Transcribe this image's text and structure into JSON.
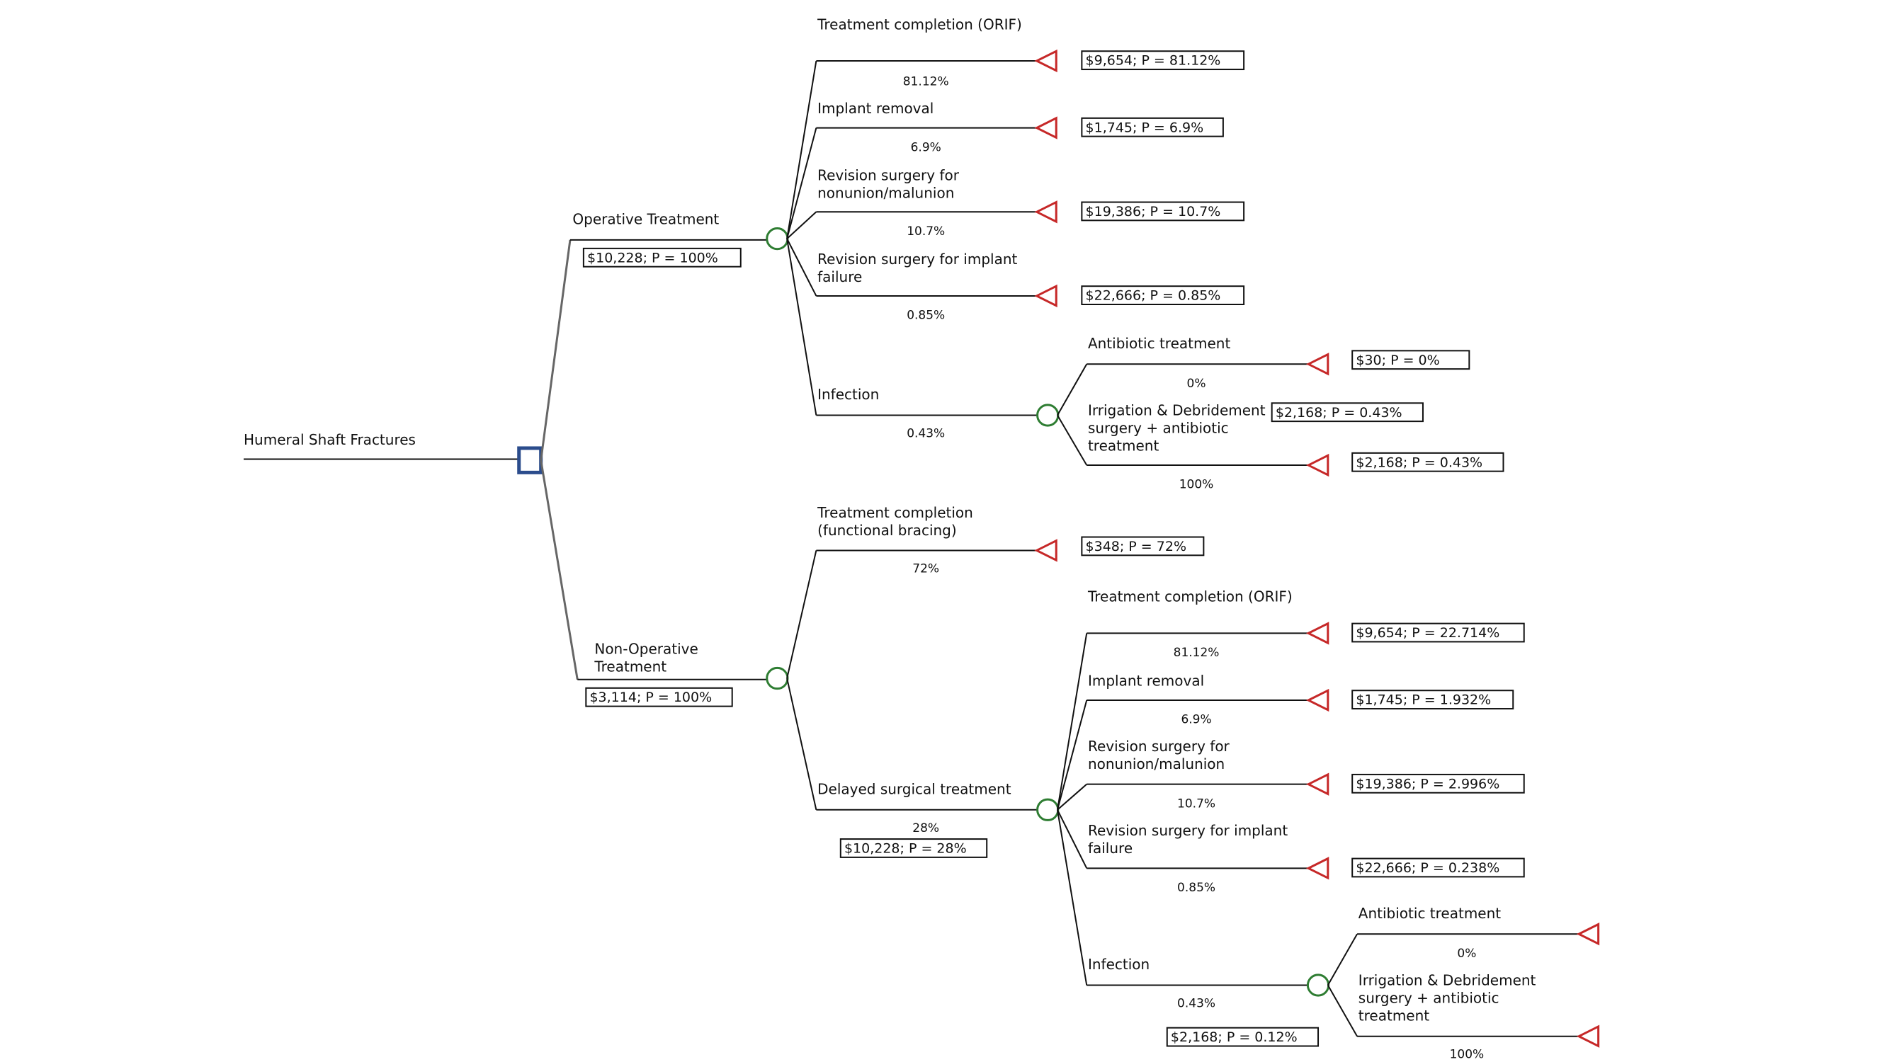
{
  "root_label": "Humeral Shaft Fractures",
  "operative": {
    "label": "Operative Treatment",
    "payoff": "$10,228; P = 100%",
    "branches": [
      {
        "label": "Treatment completion (ORIF)",
        "prob": "81.12%",
        "payoff": "$9,654; P = 81.12%"
      },
      {
        "label": "Implant removal",
        "prob": "6.9%",
        "payoff": "$1,745; P = 6.9%"
      },
      {
        "label": "Revision surgery for\nnonunion/malunion",
        "prob": "10.7%",
        "payoff": "$19,386; P = 10.7%"
      },
      {
        "label": "Revision surgery for implant\nfailure",
        "prob": "0.85%",
        "payoff": "$22,666; P = 0.85%"
      }
    ],
    "infection": {
      "label": "Infection",
      "prob": "0.43%",
      "sub": [
        {
          "label": "Antibiotic treatment",
          "prob": "0%",
          "payoff": "$30; P = 0%"
        },
        {
          "label": "Irrigation & Debridement\nsurgery + antibiotic\ntreatment",
          "prob": "100%",
          "payoff": "$2,168; P = 0.43%"
        }
      ],
      "payoff": "$2,168; P = 0.43%"
    }
  },
  "nonoperative": {
    "label": "Non-Operative\nTreatment",
    "payoff": "$3,114; P = 100%",
    "bracing": {
      "label": "Treatment completion\n(functional bracing)",
      "prob": "72%",
      "payoff": "$348; P = 72%"
    },
    "delayed": {
      "label": "Delayed surgical treatment",
      "prob": "28%",
      "payoff": "$10,228; P = 28%",
      "branches": [
        {
          "label": "Treatment completion (ORIF)",
          "prob": "81.12%",
          "payoff": "$9,654; P = 22.714%"
        },
        {
          "label": "Implant removal",
          "prob": "6.9%",
          "payoff": "$1,745; P = 1.932%"
        },
        {
          "label": "Revision surgery for\nnonunion/malunion",
          "prob": "10.7%",
          "payoff": "$19,386; P = 2.996%"
        },
        {
          "label": "Revision surgery for implant\nfailure",
          "prob": "0.85%",
          "payoff": "$22,666; P = 0.238%"
        }
      ],
      "infection": {
        "label": "Infection",
        "prob": "0.43%",
        "payoff": "$2,168; P = 0.12%",
        "sub": [
          {
            "label": "Antibiotic treatment",
            "prob": "0%"
          },
          {
            "label": "Irrigation & Debridement\nsurgery + antibiotic\ntreatment",
            "prob": "100%"
          }
        ]
      }
    }
  },
  "colors": {
    "decision_node": "#2b4c8c",
    "chance_node": "#2e7d32",
    "terminal_node": "#c62828",
    "line": "#111111"
  }
}
